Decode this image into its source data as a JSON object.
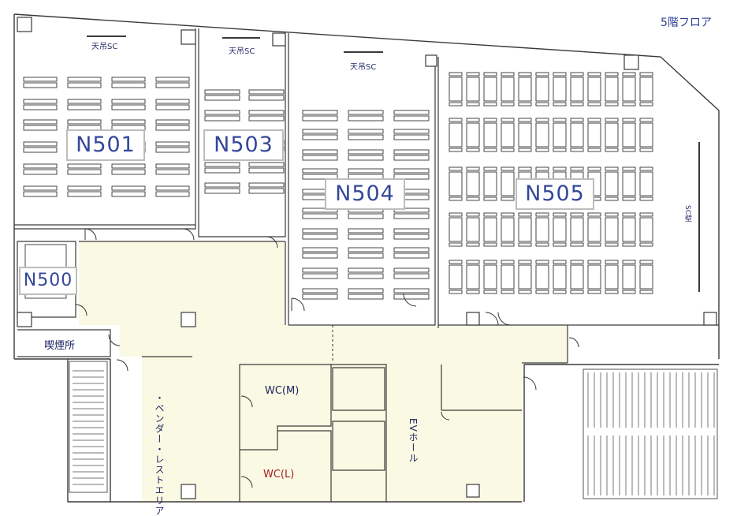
{
  "floor": {
    "title": "5階フロア"
  },
  "rooms": {
    "N500": "N500",
    "N501": "N501",
    "N503": "N503",
    "N504": "N504",
    "N505": "N505"
  },
  "labels": {
    "screen_501": "天吊SC",
    "screen_503": "天吊SC",
    "screen_504": "天吊SC",
    "sc_wall": "SC壁",
    "smoking": "喫煙所",
    "vending": "・ベンダー・レストエリア",
    "wc_m": "WC(M)",
    "wc_l": "WC(L)",
    "ev_hall": "EVホール"
  },
  "colors": {
    "corridor": "#fafae4",
    "wall": "#3a3a3a",
    "room_text": "#34479a",
    "wc_l_text": "#a32020"
  }
}
